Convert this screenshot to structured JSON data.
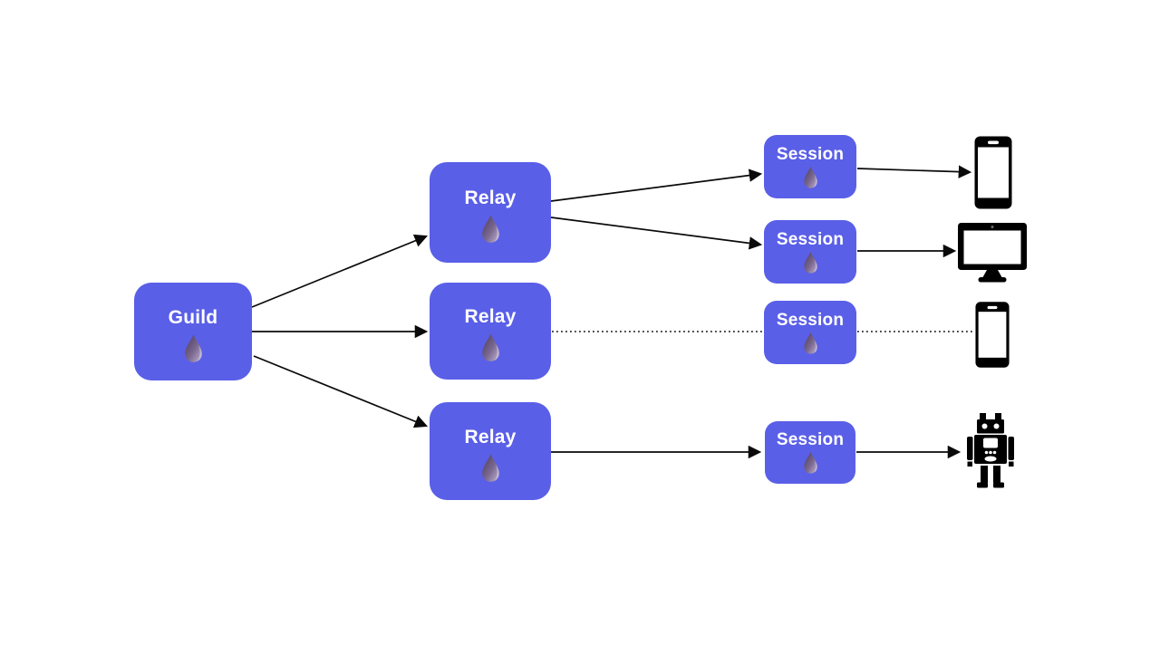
{
  "diagram": {
    "nodes": {
      "guild": {
        "label": "Guild"
      },
      "relay_1": {
        "label": "Relay"
      },
      "relay_2": {
        "label": "Relay"
      },
      "relay_3": {
        "label": "Relay"
      },
      "session_1": {
        "label": "Session"
      },
      "session_2": {
        "label": "Session"
      },
      "session_3": {
        "label": "Session"
      },
      "session_4": {
        "label": "Session"
      }
    },
    "icons": {
      "node_icon": "elixir-droplet-icon",
      "devices": [
        "smartphone-icon",
        "desktop-monitor-icon",
        "smartphone-icon",
        "robot-icon"
      ]
    },
    "edges": [
      {
        "from": "guild",
        "to": "relay-1",
        "style": "solid-arrow"
      },
      {
        "from": "guild",
        "to": "relay-2",
        "style": "solid-arrow"
      },
      {
        "from": "guild",
        "to": "relay-3",
        "style": "solid-arrow"
      },
      {
        "from": "relay-1",
        "to": "session-1",
        "style": "solid-arrow"
      },
      {
        "from": "relay-1",
        "to": "session-2",
        "style": "solid-arrow"
      },
      {
        "from": "session-1",
        "to": "smartphone-1",
        "style": "solid-arrow"
      },
      {
        "from": "session-2",
        "to": "desktop-monitor",
        "style": "solid-arrow"
      },
      {
        "from": "relay-2",
        "to": "session-3",
        "style": "dotted"
      },
      {
        "from": "session-3",
        "to": "smartphone-2",
        "style": "dotted"
      },
      {
        "from": "relay-3",
        "to": "session-4",
        "style": "solid-arrow"
      },
      {
        "from": "session-4",
        "to": "robot",
        "style": "solid-arrow"
      }
    ],
    "colors": {
      "node_background": "#5a5fe8",
      "node_text": "#ffffff",
      "edge": "#0a0a0a",
      "device": "#000000",
      "droplet_dark": "#4a3a57",
      "droplet_mid": "#7a6890",
      "droplet_light": "#c3b4d1",
      "page_background": "#ffffff"
    }
  }
}
